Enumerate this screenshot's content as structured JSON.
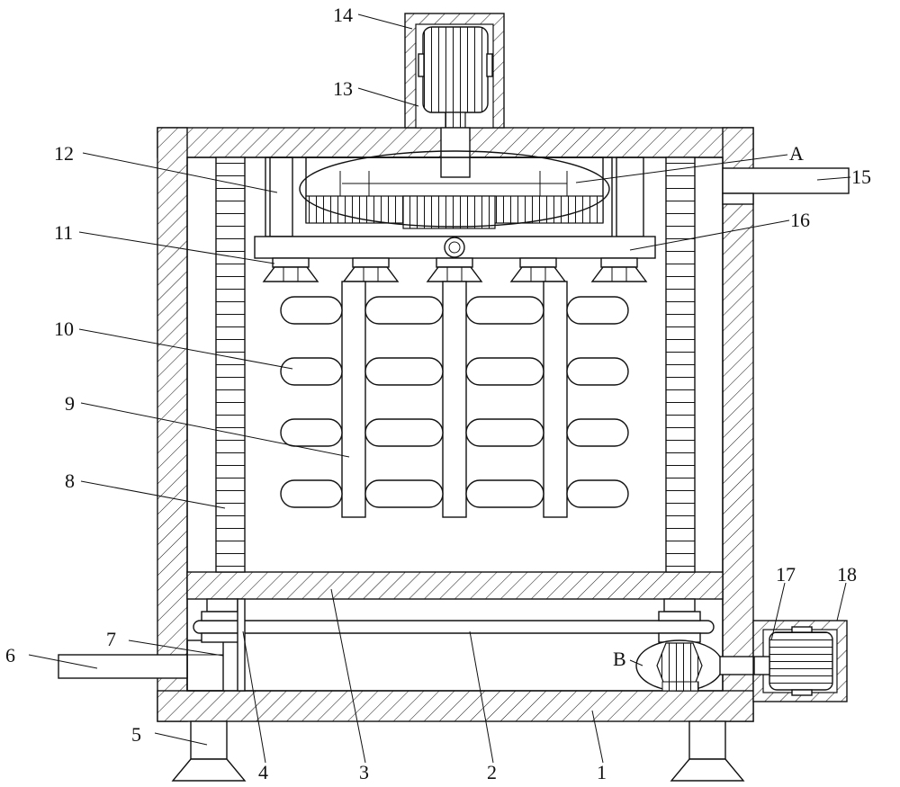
{
  "labels": {
    "l1": "1",
    "l2": "2",
    "l3": "3",
    "l4": "4",
    "l5": "5",
    "l6": "6",
    "l7": "7",
    "l8": "8",
    "l9": "9",
    "l10": "10",
    "l11": "11",
    "l12": "12",
    "l13": "13",
    "l14": "14",
    "l15": "15",
    "l16": "16",
    "l17": "17",
    "l18": "18",
    "lA": "A",
    "lB": "B"
  }
}
